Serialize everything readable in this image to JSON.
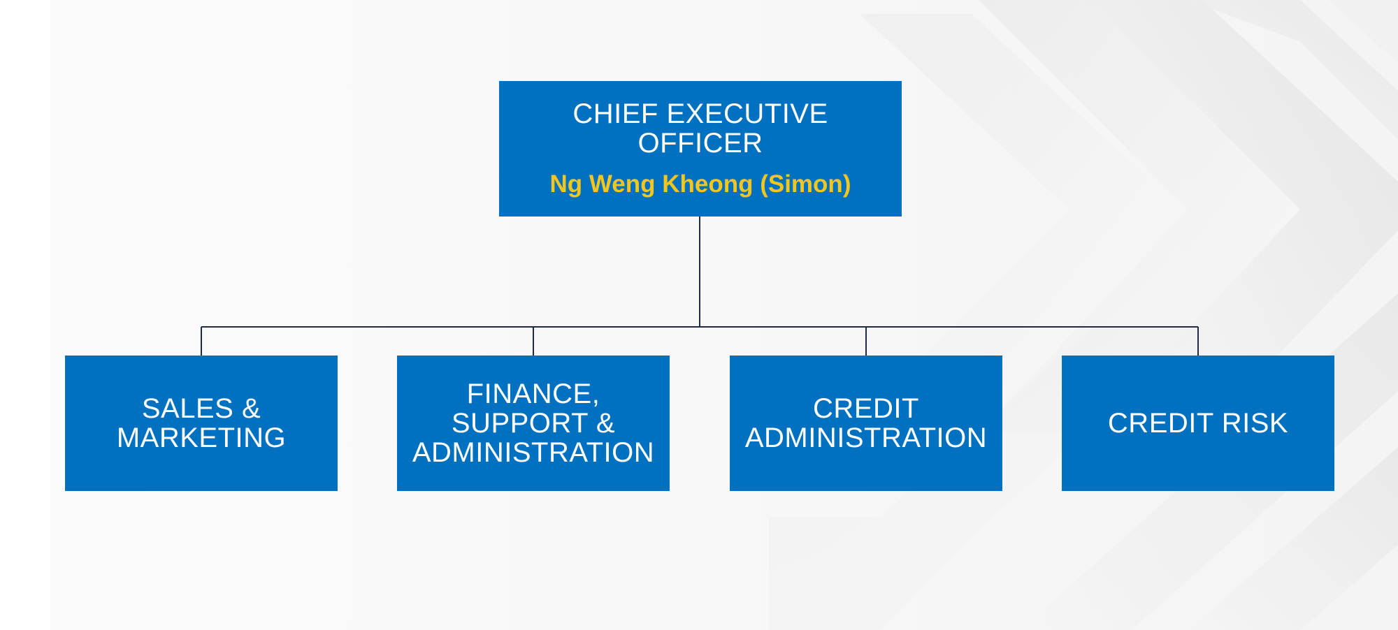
{
  "ceo": {
    "title": "CHIEF EXECUTIVE\nOFFICER",
    "name": "Ng Weng Kheong (Simon)"
  },
  "departments": [
    {
      "label": "SALES &\nMARKETING"
    },
    {
      "label": "FINANCE,\nSUPPORT &\nADMINISTRATION"
    },
    {
      "label": "CREDIT\nADMINISTRATION"
    },
    {
      "label": "CREDIT RISK"
    }
  ],
  "colors": {
    "box_fill": "#0070c0",
    "box_text": "#ffffff",
    "name_text": "#f2c61f",
    "connector": "#1f2a44"
  }
}
